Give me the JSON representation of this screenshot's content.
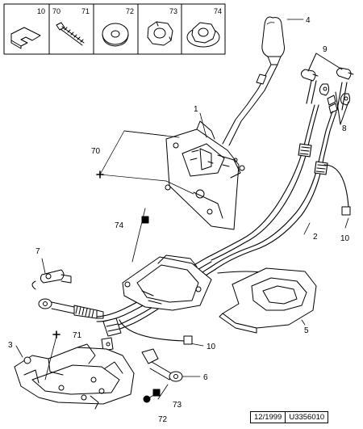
{
  "parts_table": [
    {
      "refs": [
        "10"
      ],
      "icon": "clip-icon"
    },
    {
      "refs": [
        "70",
        "71"
      ],
      "icon": "bolt-icon"
    },
    {
      "refs": [
        "72"
      ],
      "icon": "washer-icon"
    },
    {
      "refs": [
        "73"
      ],
      "icon": "hex-nut-icon"
    },
    {
      "refs": [
        "74"
      ],
      "icon": "flanged-nut-icon"
    }
  ],
  "callouts": {
    "c1": "1",
    "c2": "2",
    "c3": "3",
    "c4": "4",
    "c5": "5",
    "c6": "6",
    "c7": "7",
    "c8": "8",
    "c9": "9",
    "c10a": "10",
    "c10b": "10",
    "c70": "70",
    "c71": "71",
    "c72": "72",
    "c73": "73",
    "c74": "74"
  },
  "footer": {
    "date": "12/1999",
    "code": "U3356010"
  },
  "colors": {
    "line": "#000000",
    "background": "#ffffff"
  }
}
